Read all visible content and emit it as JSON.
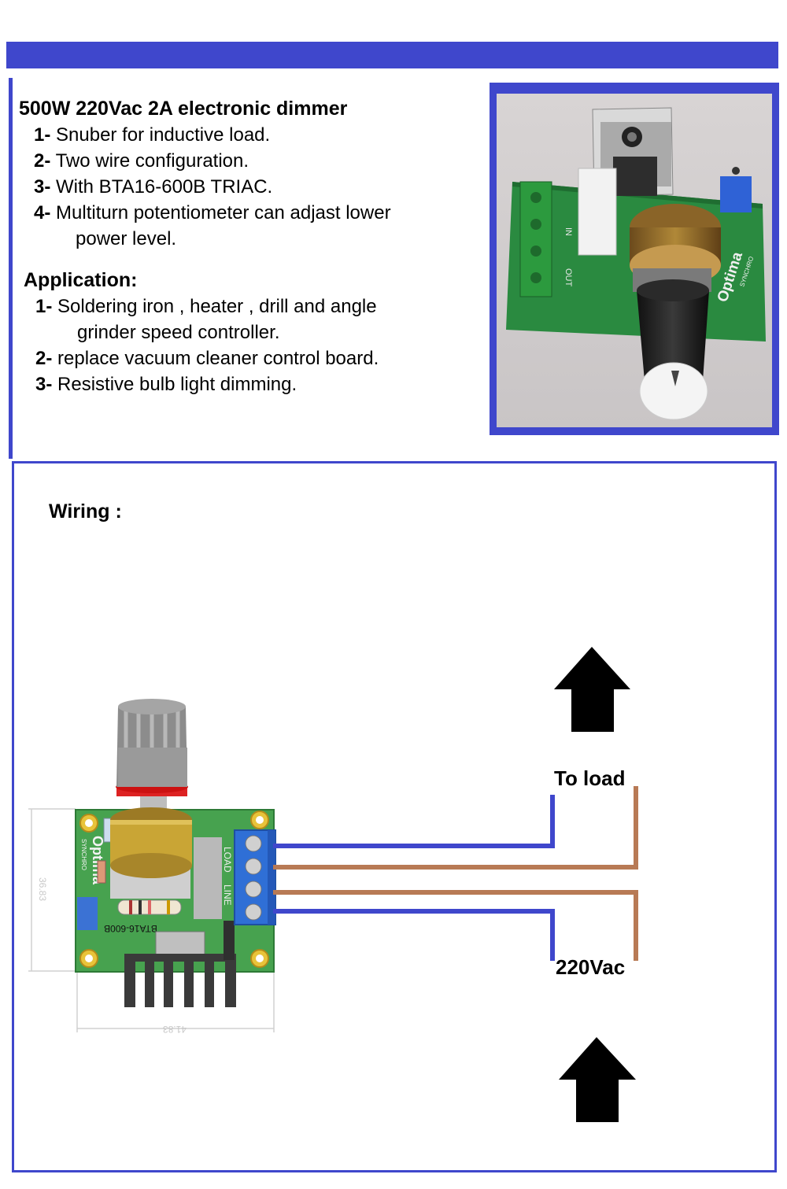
{
  "header": {
    "title": "500W 220Vac   2A electronic dimmer",
    "features": [
      {
        "num": "1-",
        "text": "Snuber for inductive load.",
        "cont": ""
      },
      {
        "num": "2-",
        "text": "Two wire configuration.",
        "cont": ""
      },
      {
        "num": "3-",
        "text": "With BTA16-600B TRIAC.",
        "cont": ""
      },
      {
        "num": "4-",
        "text": "Multiturn potentiometer can adjast lower",
        "cont": "power level."
      }
    ]
  },
  "application": {
    "title": "Application:",
    "items": [
      {
        "num": "1-",
        "text": "Soldering iron , heater , drill and angle",
        "cont": "grinder speed controller."
      },
      {
        "num": "2-",
        "text": "replace vacuum cleaner control board.",
        "cont": ""
      },
      {
        "num": "3-",
        "text": "Resistive bulb light dimming.",
        "cont": ""
      }
    ]
  },
  "wiring": {
    "title": "Wiring :",
    "to_load": "To load",
    "supply": "220Vac",
    "board_chip_label": "BTA16-600B",
    "board_logo": "Optima",
    "board_logo_sub": "SYNCHRO",
    "dim_vertical": "36.83",
    "dim_horizontal": "41.83",
    "pcb_labels": [
      "LOAD",
      "LINE"
    ]
  },
  "photo": {
    "board_logo": "Optima",
    "board_logo_sub": "SYNCHRO",
    "silk_in": "IN",
    "silk_out": "OUT"
  },
  "colors": {
    "accent": "#3f47cc",
    "wire_blue": "#3f47cc",
    "wire_brown": "#b87a55",
    "pcb_green": "#3a9a4a",
    "terminal_blue": "#2f6fd6"
  }
}
